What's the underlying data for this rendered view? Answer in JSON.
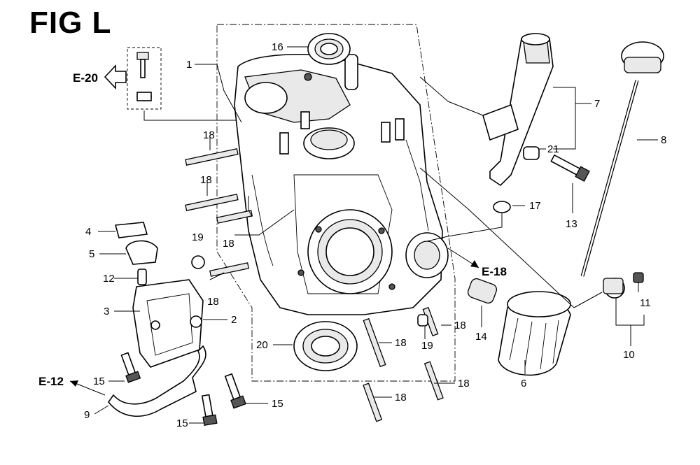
{
  "figure": {
    "title": "FIG L"
  },
  "references": {
    "e20": "E-20",
    "e18": "E-18",
    "e12": "E-12"
  },
  "callouts": {
    "c1": "1",
    "c2": "2",
    "c3": "3",
    "c4": "4",
    "c5": "5",
    "c6": "6",
    "c7": "7",
    "c8": "8",
    "c9": "9",
    "c10": "10",
    "c11": "11",
    "c12": "12",
    "c13": "13",
    "c14": "14",
    "c15a": "15",
    "c15b": "15",
    "c15c": "15",
    "c16": "16",
    "c17": "17",
    "c18a": "18",
    "c18b": "18",
    "c18c": "18",
    "c18d": "18",
    "c18e": "18",
    "c18f": "18",
    "c18g": "18",
    "c18h": "18",
    "c19a": "19",
    "c19b": "19",
    "c20": "20",
    "c21": "21"
  }
}
